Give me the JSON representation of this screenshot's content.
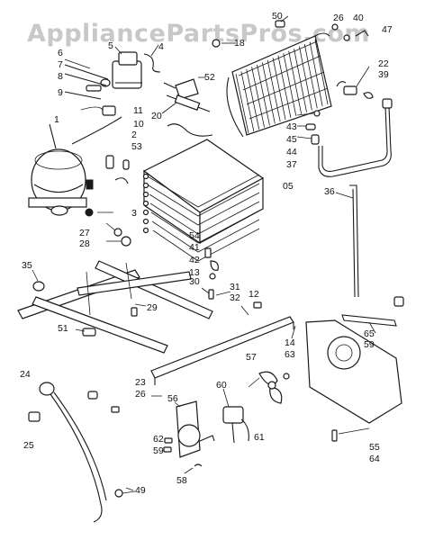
{
  "watermark": "AppliancePartsPros.com",
  "colors": {
    "ink": "#1a1a1a",
    "watermark": "#c8c8c8",
    "background": "#ffffff"
  },
  "callouts": [
    {
      "id": "c1",
      "text": "1"
    },
    {
      "id": "c2",
      "text": "2"
    },
    {
      "id": "c3",
      "text": "3"
    },
    {
      "id": "c4",
      "text": "4"
    },
    {
      "id": "c5",
      "text": "5"
    },
    {
      "id": "c6",
      "text": "6"
    },
    {
      "id": "c7",
      "text": "7"
    },
    {
      "id": "c8",
      "text": "8"
    },
    {
      "id": "c9",
      "text": "9"
    },
    {
      "id": "c10",
      "text": "10"
    },
    {
      "id": "c11",
      "text": "11"
    },
    {
      "id": "c12",
      "text": "12"
    },
    {
      "id": "c13",
      "text": "13"
    },
    {
      "id": "c14",
      "text": "14"
    },
    {
      "id": "c18",
      "text": "18"
    },
    {
      "id": "c20",
      "text": "20"
    },
    {
      "id": "c22",
      "text": "22"
    },
    {
      "id": "c23",
      "text": "23"
    },
    {
      "id": "c24",
      "text": "24"
    },
    {
      "id": "c25",
      "text": "25"
    },
    {
      "id": "c26a",
      "text": "26"
    },
    {
      "id": "c26b",
      "text": "26"
    },
    {
      "id": "c27",
      "text": "27"
    },
    {
      "id": "c28",
      "text": "28"
    },
    {
      "id": "c29",
      "text": "29"
    },
    {
      "id": "c30",
      "text": "30"
    },
    {
      "id": "c31",
      "text": "31"
    },
    {
      "id": "c32",
      "text": "32"
    },
    {
      "id": "c35",
      "text": "35"
    },
    {
      "id": "c36",
      "text": "36"
    },
    {
      "id": "c37",
      "text": "37"
    },
    {
      "id": "c39",
      "text": "39"
    },
    {
      "id": "c40",
      "text": "40"
    },
    {
      "id": "c41",
      "text": "41"
    },
    {
      "id": "c42",
      "text": "42"
    },
    {
      "id": "c43",
      "text": "43"
    },
    {
      "id": "c44",
      "text": "44"
    },
    {
      "id": "c45",
      "text": "45"
    },
    {
      "id": "c47",
      "text": "47"
    },
    {
      "id": "c49",
      "text": "49"
    },
    {
      "id": "c50",
      "text": "50"
    },
    {
      "id": "c51",
      "text": "51"
    },
    {
      "id": "c52",
      "text": "52"
    },
    {
      "id": "c53",
      "text": "53"
    },
    {
      "id": "c54",
      "text": "54"
    },
    {
      "id": "c55",
      "text": "55"
    },
    {
      "id": "c56",
      "text": "56"
    },
    {
      "id": "c57",
      "text": "57"
    },
    {
      "id": "c58",
      "text": "58"
    },
    {
      "id": "c59a",
      "text": "59"
    },
    {
      "id": "c59b",
      "text": "59"
    },
    {
      "id": "c60",
      "text": "60"
    },
    {
      "id": "c61",
      "text": "61"
    },
    {
      "id": "c62",
      "text": "62"
    },
    {
      "id": "c63",
      "text": "63"
    },
    {
      "id": "c64",
      "text": "64"
    },
    {
      "id": "c65",
      "text": "65"
    },
    {
      "id": "c05",
      "text": "05"
    }
  ]
}
